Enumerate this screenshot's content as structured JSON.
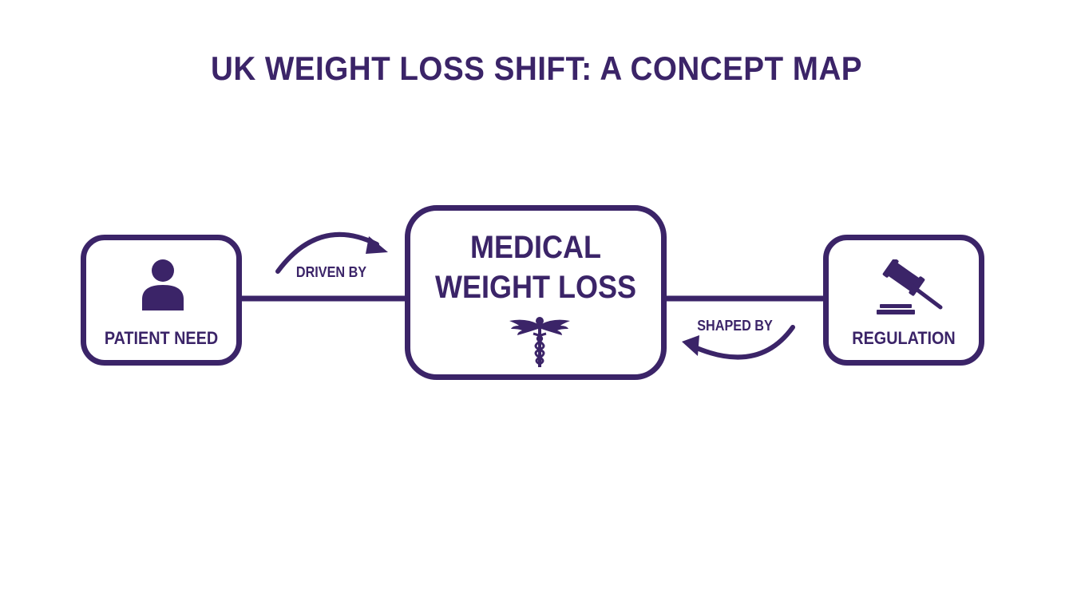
{
  "title": "UK WEIGHT LOSS SHIFT: A CONCEPT MAP",
  "nodes": {
    "patient": {
      "label": "PATIENT NEED",
      "icon": "person-icon"
    },
    "center": {
      "line1": "MEDICAL",
      "line2": "WEIGHT LOSS",
      "icon": "caduceus-icon"
    },
    "regulation": {
      "label": "REGULATION",
      "icon": "gavel-icon"
    }
  },
  "edges": {
    "driven_by": "DRIVEN BY",
    "shaped_by": "SHAPED BY"
  },
  "colors": {
    "primary": "#3b2468",
    "background": "#ffffff"
  }
}
